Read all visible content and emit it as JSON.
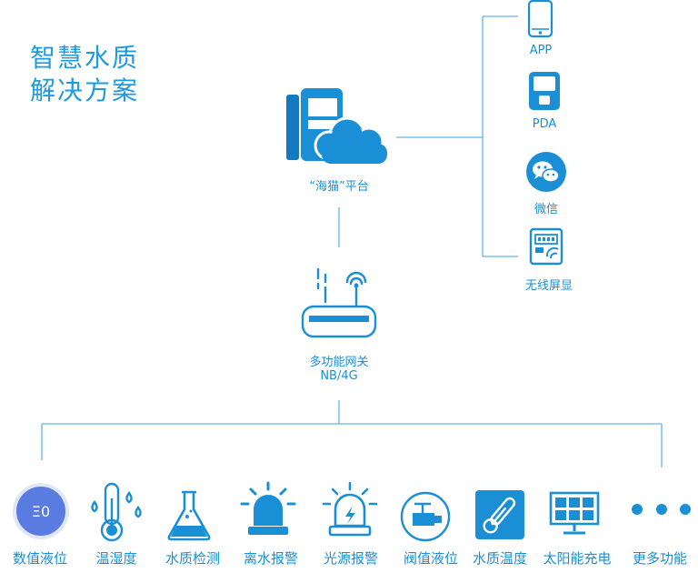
{
  "title": {
    "line1": "智慧水质",
    "line2": "解决方案"
  },
  "platform": {
    "label": "“海猫”平台"
  },
  "clients": [
    {
      "label": "APP",
      "icon": "phone-icon"
    },
    {
      "label": "PDA",
      "icon": "pda-icon"
    },
    {
      "label": "微信",
      "icon": "wechat-icon"
    },
    {
      "label": "无线屏显",
      "icon": "wireless-display-icon"
    }
  ],
  "gateway": {
    "label": "多功能网关",
    "sub": "NB/4G"
  },
  "functions": [
    {
      "label": "数值液位",
      "icon": "level-value-icon",
      "icon_text": "Ξ0"
    },
    {
      "label": "温湿度",
      "icon": "thermo-humidity-icon"
    },
    {
      "label": "水质检测",
      "icon": "flask-icon"
    },
    {
      "label": "离水报警",
      "icon": "alarm-light-icon"
    },
    {
      "label": "光源报警",
      "icon": "light-alarm-icon"
    },
    {
      "label": "阀值液位",
      "icon": "valve-icon"
    },
    {
      "label": "水质温度",
      "icon": "water-temp-icon"
    },
    {
      "label": "太阳能充电",
      "icon": "solar-panel-icon"
    },
    {
      "label": "更多功能",
      "icon": "more-dots-icon"
    }
  ],
  "colors": {
    "primary": "#1a8fd6",
    "line": "#5fb6e6",
    "badge": "#5a7be0"
  }
}
